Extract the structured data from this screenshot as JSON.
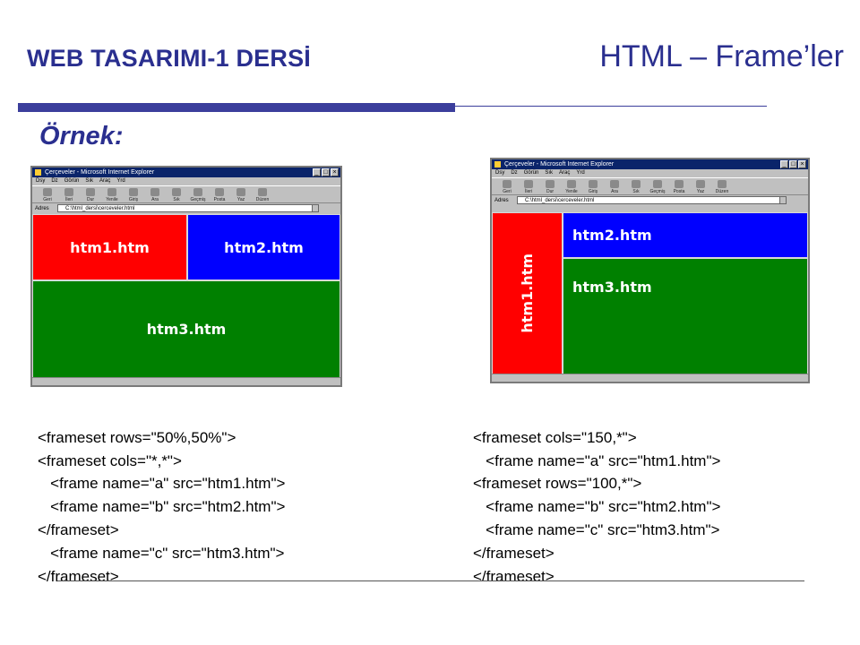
{
  "header": {
    "course_title": "WEB TASARIMI-1 DERSİ",
    "slide_title": "HTML – Frame’ler",
    "example_label": "Örnek:"
  },
  "browser": {
    "window_title": "Çerçeveler - Microsoft Internet Explorer",
    "menu": [
      "Dsy",
      "Dz",
      "Görün",
      "Sık",
      "Araç",
      "Yrd"
    ],
    "toolbar": [
      "Geri",
      "İleri",
      "Dur",
      "Yenile",
      "Giriş",
      "Ara",
      "Sık",
      "Geçmiş",
      "Posta",
      "Yaz",
      "Düzen"
    ],
    "address_label": "Adres",
    "address_value": "C:\\html_dersi\\cerceveler.html"
  },
  "example1": {
    "frames": {
      "a": "htm1.htm",
      "b": "htm2.htm",
      "c": "htm3.htm"
    },
    "code": [
      "<frameset rows=\"50%,50%\">",
      "<frameset cols=\"*,*\">",
      "   <frame name=\"a\" src=\"htm1.htm\">",
      "   <frame name=\"b\" src=\"htm2.htm\">",
      "</frameset>",
      "   <frame name=\"c\" src=\"htm3.htm\">",
      "</frameset>"
    ]
  },
  "example2": {
    "frames": {
      "a": "htm1.htm",
      "b": "htm2.htm",
      "c": "htm3.htm"
    },
    "code": [
      "<frameset cols=\"150,*\">",
      "   <frame name=\"a\" src=\"htm1.htm\">",
      "<frameset rows=\"100,*\">",
      "   <frame name=\"b\" src=\"htm2.htm\">",
      "   <frame name=\"c\" src=\"htm3.htm\">",
      "</frameset>",
      "</frameset>"
    ]
  },
  "colors": {
    "accent": "#2a2f8f",
    "frame_red": "#ff0000",
    "frame_blue": "#0000ff",
    "frame_green": "#008000"
  }
}
